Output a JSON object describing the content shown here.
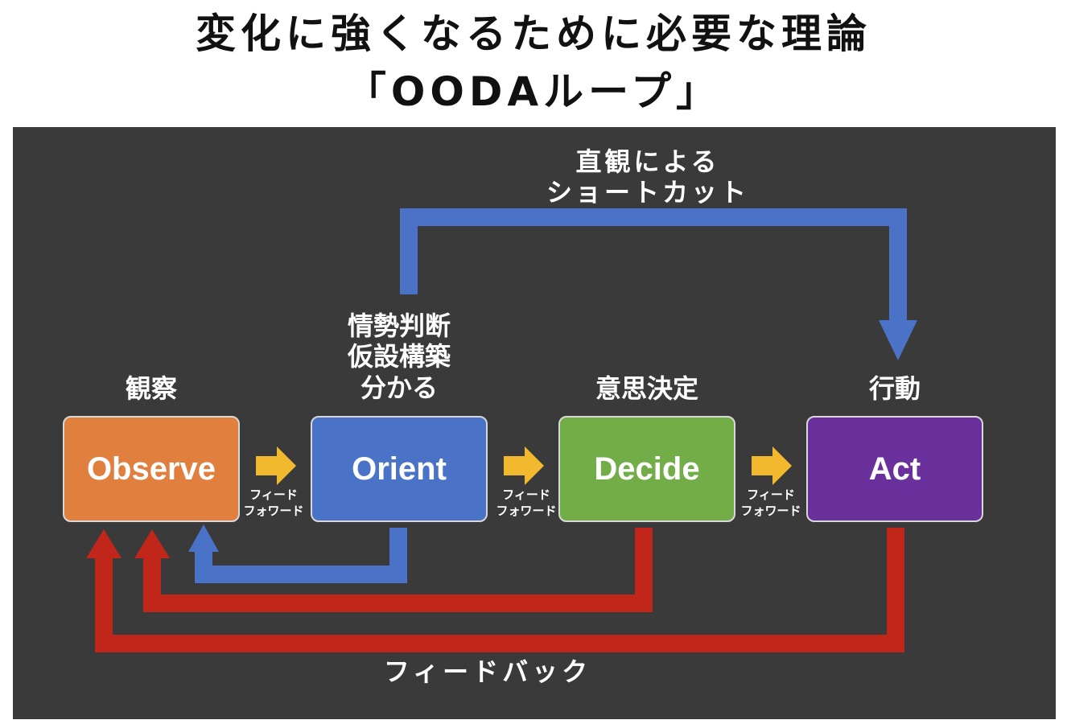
{
  "title": {
    "line1": "変化に強くなるために必要な理論",
    "line2": "「OODAループ」"
  },
  "diagram": {
    "colors": {
      "background": "#3a3a3a",
      "observe": "#e07f3e",
      "orient": "#4a72c6",
      "decide": "#72ad47",
      "act": "#6a319c",
      "feed_forward_arrow": "#f2b82e",
      "feedback_arrow": "#c0261a",
      "shortcut_arrow": "#4a72c6"
    },
    "boxes": [
      {
        "name": "Observe",
        "label": "観察"
      },
      {
        "name": "Orient",
        "label_lines": [
          "情勢判断",
          "仮設構築",
          "分かる"
        ]
      },
      {
        "name": "Decide",
        "label": "意思決定"
      },
      {
        "name": "Act",
        "label": "行動"
      }
    ],
    "feed_forward": {
      "line1": "フィード",
      "line2": "フォワード"
    },
    "shortcut": {
      "line1": "直観による",
      "line2": "ショートカット"
    },
    "feedback": "フィードバック"
  }
}
